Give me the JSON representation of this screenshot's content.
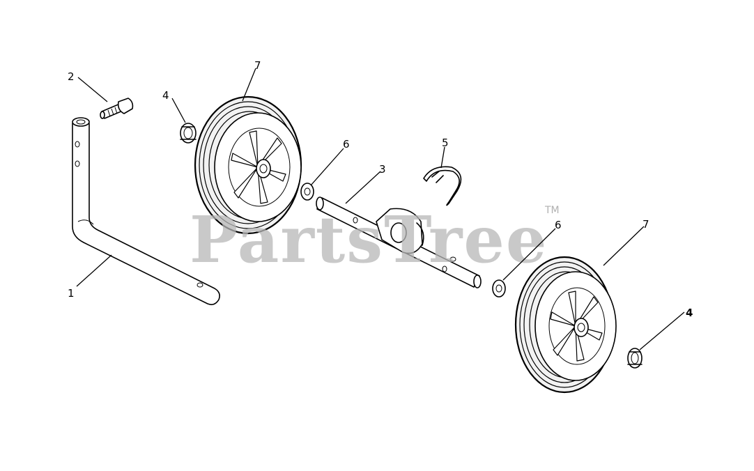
{
  "watermark": {
    "brand": "PartsTree",
    "trademark": "TM"
  },
  "callouts": {
    "frame": "1",
    "bolt": "2",
    "axle": "3",
    "nut_left": "4",
    "nut_right": "4",
    "clip": "5",
    "washer_left": "6",
    "washer_right": "6",
    "wheel_left": "7",
    "wheel_right": "7"
  }
}
